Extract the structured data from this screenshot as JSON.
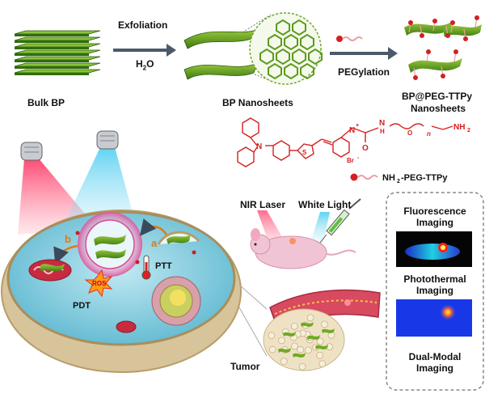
{
  "top": {
    "bulk_bp": "Bulk BP",
    "exfoliation": "Exfoliation",
    "water_h": "H",
    "water_sub": "2",
    "water_o": "O",
    "bp_nanosheets": "BP Nanosheets",
    "pegylation": "PEGylation",
    "product_line1": "BP@PEG-TTPy",
    "product_line2": "Nanosheets"
  },
  "molecule": {
    "n_plus": "N",
    "plus": "+",
    "br": "Br",
    "br_minus": "-",
    "carbonyl_o": "O",
    "amide_n": "N",
    "amide_h": "H",
    "peg_o": "O",
    "n_sub": "n",
    "nh2": "NH",
    "nh2_sub": "2",
    "legend": "NH",
    "legend_sub": "2",
    "legend_rest": "-PEG-TTPy"
  },
  "cell": {
    "label_a": "a",
    "label_b": "b",
    "ptt": "PTT",
    "pdt": "PDT",
    "ros": "ROS"
  },
  "mouse": {
    "nir_laser": "NIR Laser",
    "white_light": "White Light",
    "tumor": "Tumor"
  },
  "imaging": {
    "fluorescence_1": "Fluorescence",
    "fluorescence_2": "Imaging",
    "photothermal_1": "Photothermal",
    "photothermal_2": "Imaging",
    "dual_1": "Dual-Modal",
    "dual_2": "Imaging"
  }
}
